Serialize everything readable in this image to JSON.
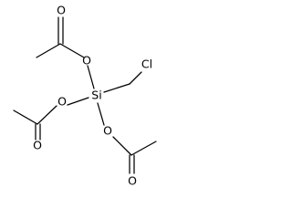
{
  "molecule": {
    "atoms": {
      "silicon": "Si",
      "chlorine": "Cl",
      "oxygen_top_ester": "O",
      "oxygen_top_carbonyl": "O",
      "oxygen_left_ester": "O",
      "oxygen_left_carbonyl": "O",
      "oxygen_bottom_ester": "O",
      "oxygen_bottom_carbonyl": "O"
    }
  }
}
